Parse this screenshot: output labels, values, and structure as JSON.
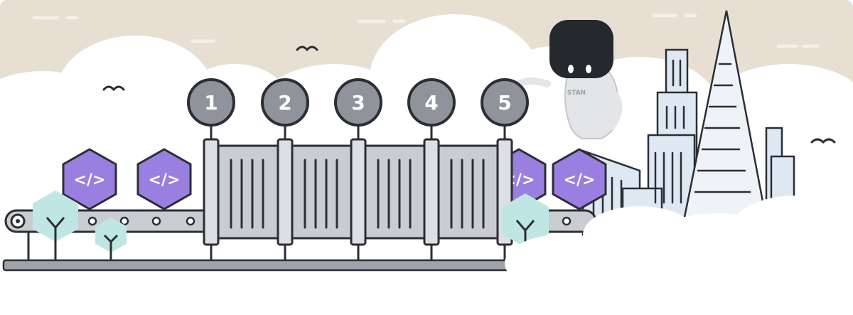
{
  "illustration": {
    "steps": [
      "1",
      "2",
      "3",
      "4",
      "5"
    ],
    "code_badge": "</>",
    "robot_label": "STAN",
    "colors": {
      "sky": "#e8dfd3",
      "cloud": "#ffffff",
      "outline": "#2b2e34",
      "step_circle": "#8f949b",
      "gate_panel": "#c9ccd1",
      "code_badge": "#9a7fe0",
      "tree": "#bfe6e2",
      "building": "#dde8f2"
    }
  }
}
